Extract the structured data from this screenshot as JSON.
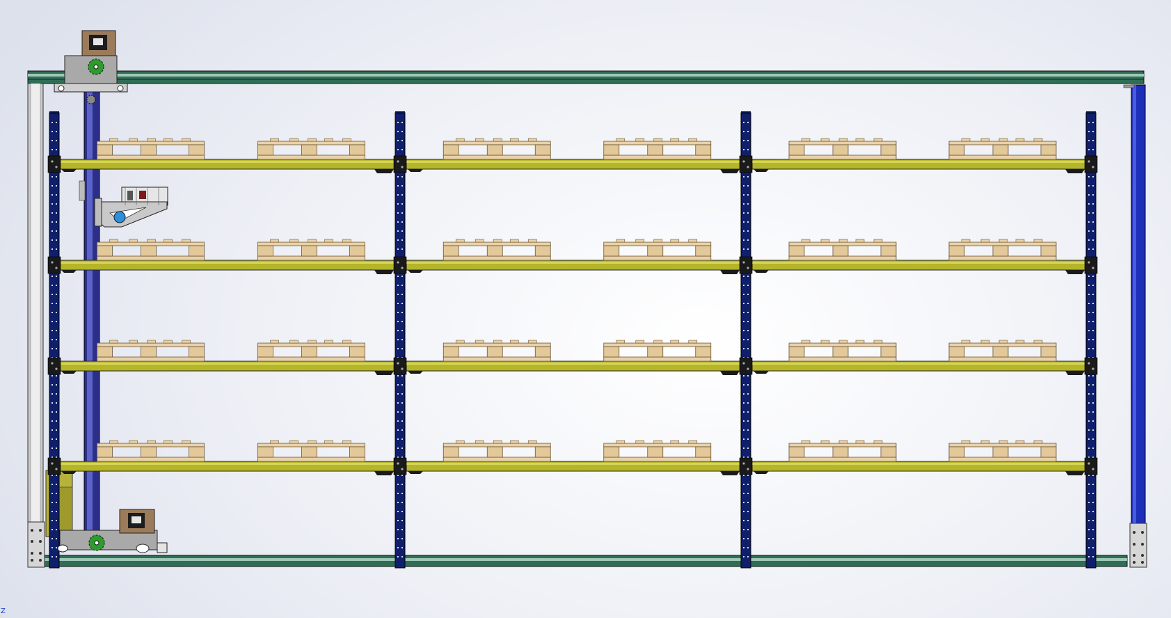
{
  "view": {
    "triad_axis_label": "Z"
  },
  "colors": {
    "background_center": "#ffffff",
    "background_edge": "#dde1ec",
    "upright_navy": "#0f1f6b",
    "shelf_beam_olive": "#b5b52a",
    "pallet_wood": "#e9d2a8",
    "rail_green": "#2f6e55",
    "frame_gray": "#c9c9c9",
    "mast_blue": "#2a33a0",
    "right_post_blue": "#1d2fb8",
    "gear_green": "#2e9b2e",
    "motor_brown": "#9b7b5a"
  },
  "icons": {
    "top_drive_motor": "motor-icon",
    "bottom_drive_motor": "motor-icon",
    "drive_gear": "gear-icon"
  },
  "rack": {
    "levels": 4,
    "bays": 3,
    "pallets_per_bay": 2,
    "uprights": 4
  }
}
